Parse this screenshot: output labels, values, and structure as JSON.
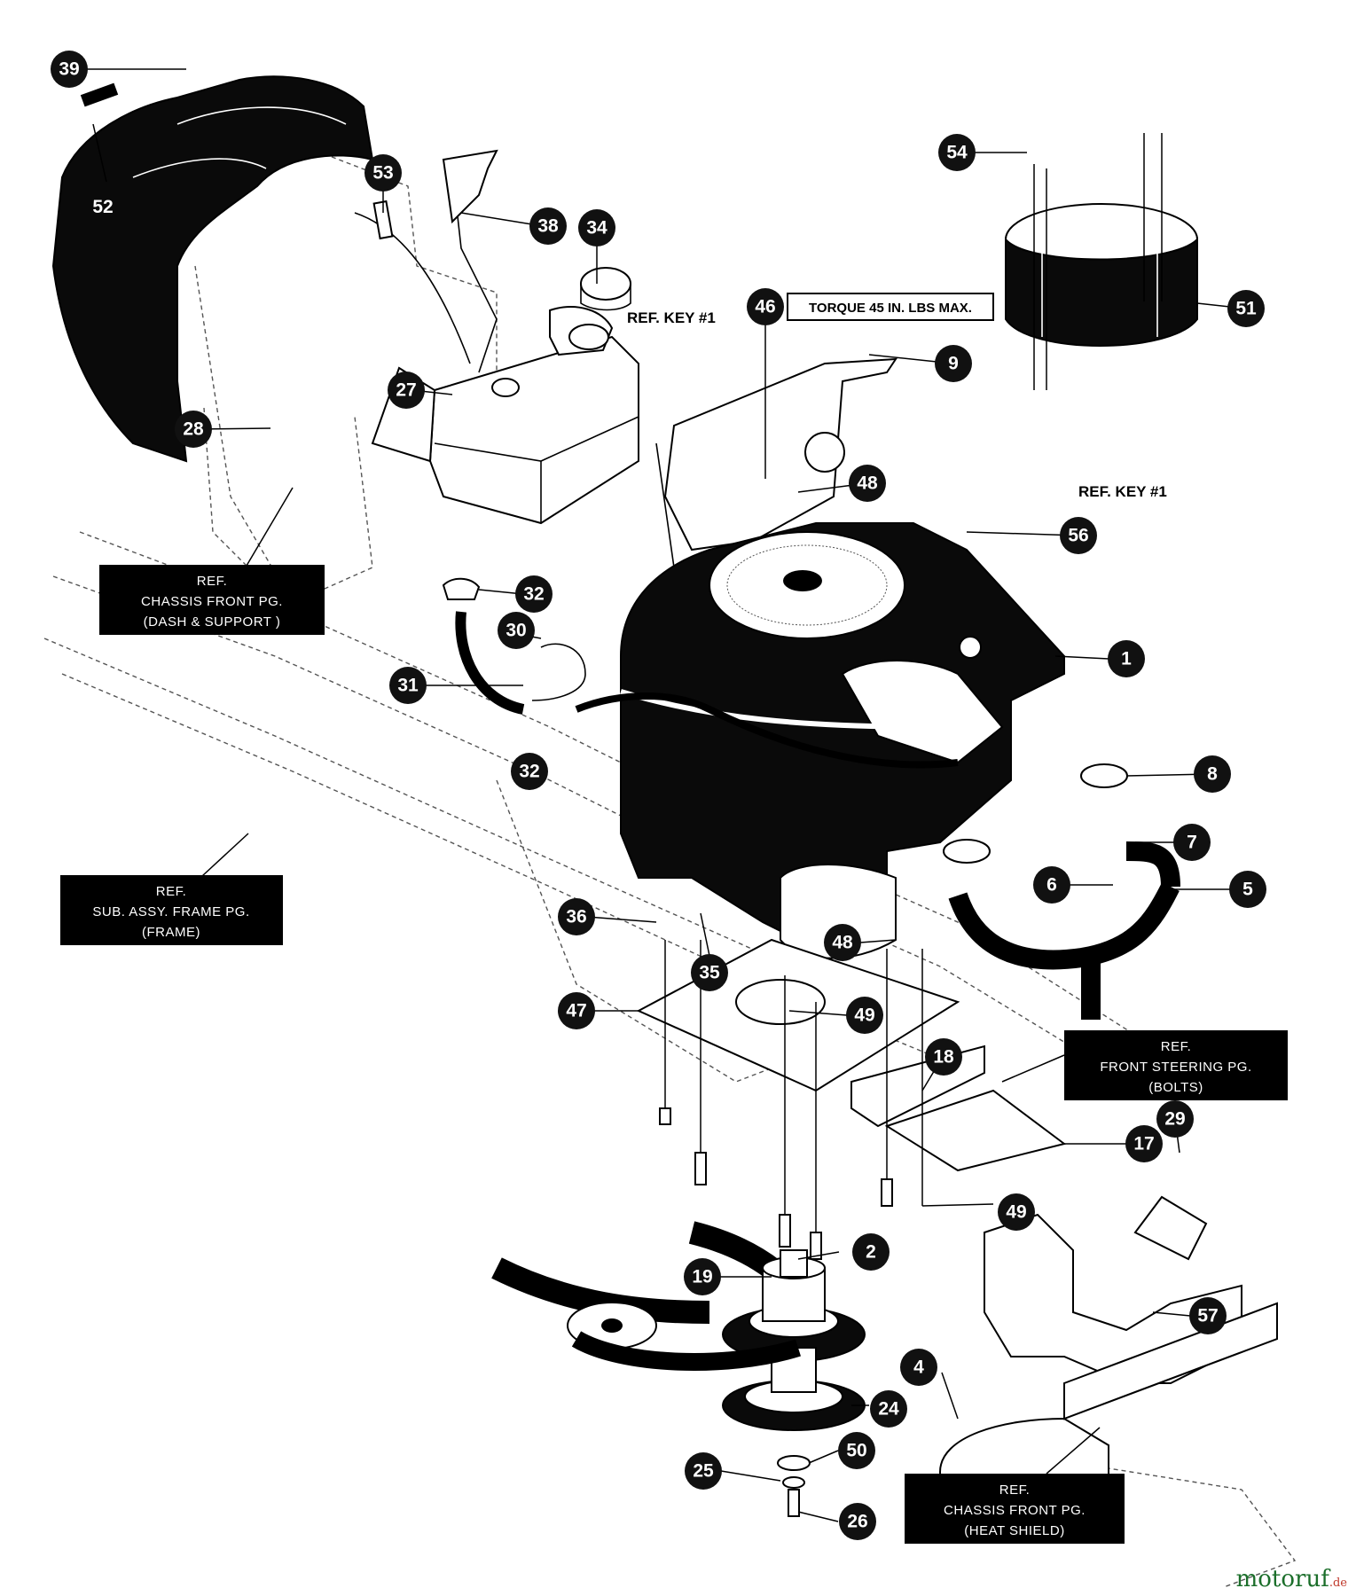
{
  "callouts": [
    "39",
    "52",
    "53",
    "38",
    "34",
    "54",
    "51",
    "46",
    "9",
    "27",
    "28",
    "48",
    "56",
    "32",
    "30",
    "31",
    "1",
    "8",
    "7",
    "6",
    "5",
    "36",
    "35",
    "48",
    "47",
    "49",
    "18",
    "17",
    "29",
    "2",
    "19",
    "57",
    "4",
    "24",
    "50",
    "25",
    "26"
  ],
  "ref_boxes": {
    "dash_support": [
      "REF.",
      "CHASSIS FRONT PG.",
      "(DASH & SUPPORT )"
    ],
    "frame": [
      "REF.",
      "SUB. ASSY. FRAME PG.",
      "(FRAME)"
    ],
    "steering": [
      "REF.",
      "FRONT STEERING PG.",
      "(BOLTS)"
    ],
    "heat_shield": [
      "REF.",
      "CHASSIS FRONT PG.",
      "(HEAT SHIELD)"
    ]
  },
  "labels": {
    "ref_key_1_top": "REF. KEY #1",
    "ref_key_1_right": "REF. KEY #1",
    "torque": "TORQUE 45 IN. LBS MAX."
  },
  "watermark": {
    "text": "motoruf",
    "suffix": ".de"
  },
  "colors": {
    "callout_fill": "#111111",
    "box_fill": "#000000",
    "watermark_green": "#1b6e2a"
  }
}
